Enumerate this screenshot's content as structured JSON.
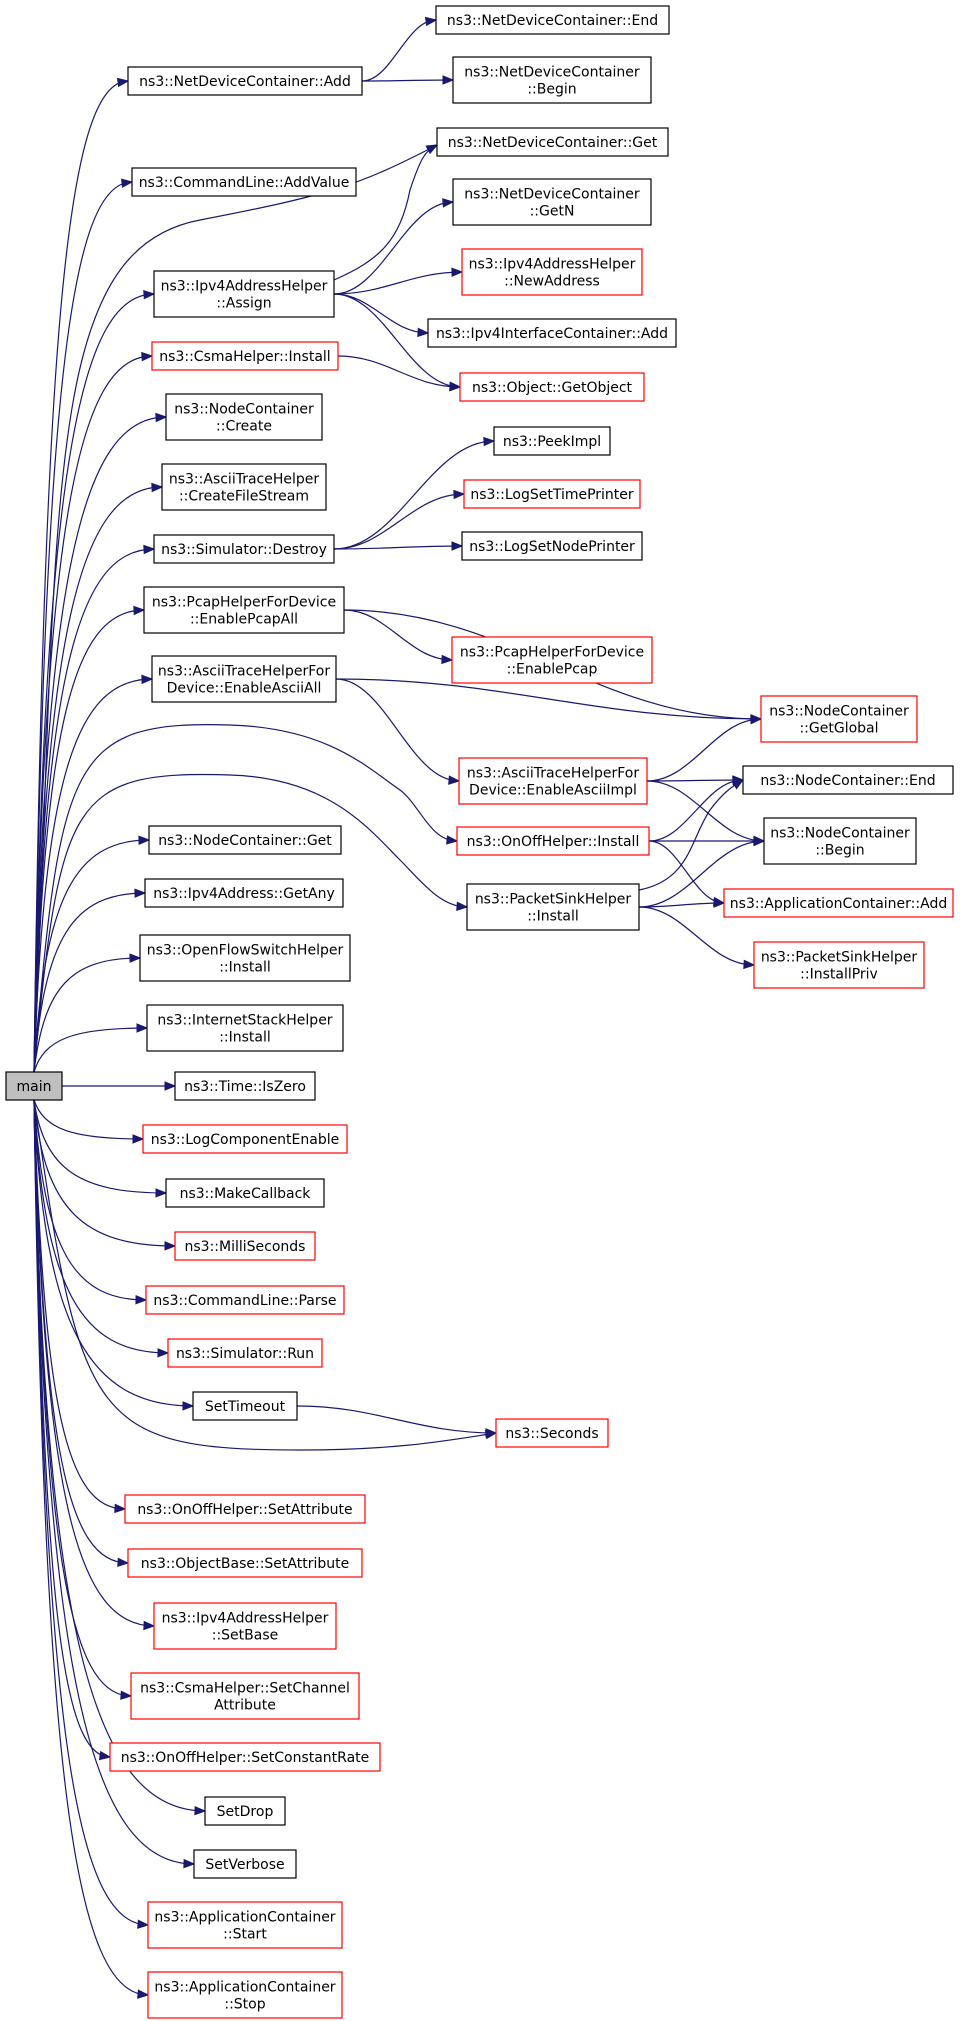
{
  "colors": {
    "edge": "#191970",
    "linked_border": "#000000",
    "external_border": "#ff0000",
    "root_fill": "#bfbfbf"
  },
  "nodes": [
    {
      "id": "main",
      "lines": [
        "main"
      ],
      "style": "root"
    },
    {
      "id": "ndc_add",
      "lines": [
        "ns3::NetDeviceContainer::Add"
      ],
      "style": "black"
    },
    {
      "id": "ndc_end",
      "lines": [
        "ns3::NetDeviceContainer::End"
      ],
      "style": "black"
    },
    {
      "id": "ndc_begin",
      "lines": [
        "ns3::NetDeviceContainer",
        "::Begin"
      ],
      "style": "black"
    },
    {
      "id": "cl_addvalue",
      "lines": [
        "ns3::CommandLine::AddValue"
      ],
      "style": "black"
    },
    {
      "id": "ndc_get",
      "lines": [
        "ns3::NetDeviceContainer::Get"
      ],
      "style": "black"
    },
    {
      "id": "ndc_getn",
      "lines": [
        "ns3::NetDeviceContainer",
        "::GetN"
      ],
      "style": "black"
    },
    {
      "id": "ipv4h_assign",
      "lines": [
        "ns3::Ipv4AddressHelper",
        "::Assign"
      ],
      "style": "black"
    },
    {
      "id": "ipv4h_newaddr",
      "lines": [
        "ns3::Ipv4AddressHelper",
        "::NewAddress"
      ],
      "style": "red"
    },
    {
      "id": "ipv4ic_add",
      "lines": [
        "ns3::Ipv4InterfaceContainer::Add"
      ],
      "style": "black"
    },
    {
      "id": "csma_install",
      "lines": [
        "ns3::CsmaHelper::Install"
      ],
      "style": "red"
    },
    {
      "id": "obj_getobject",
      "lines": [
        "ns3::Object::GetObject"
      ],
      "style": "red"
    },
    {
      "id": "nc_create",
      "lines": [
        "ns3::NodeContainer",
        "::Create"
      ],
      "style": "black"
    },
    {
      "id": "ath_createfs",
      "lines": [
        "ns3::AsciiTraceHelper",
        "::CreateFileStream"
      ],
      "style": "black"
    },
    {
      "id": "peekimpl",
      "lines": [
        "ns3::PeekImpl"
      ],
      "style": "black"
    },
    {
      "id": "sim_destroy",
      "lines": [
        "ns3::Simulator::Destroy"
      ],
      "style": "black"
    },
    {
      "id": "logsettime",
      "lines": [
        "ns3::LogSetTimePrinter"
      ],
      "style": "red"
    },
    {
      "id": "logsetnode",
      "lines": [
        "ns3::LogSetNodePrinter"
      ],
      "style": "black"
    },
    {
      "id": "pcap_all",
      "lines": [
        "ns3::PcapHelperForDevice",
        "::EnablePcapAll"
      ],
      "style": "black"
    },
    {
      "id": "pcap_enable",
      "lines": [
        "ns3::PcapHelperForDevice",
        "::EnablePcap"
      ],
      "style": "red"
    },
    {
      "id": "ascii_all",
      "lines": [
        "ns3::AsciiTraceHelperFor",
        "Device::EnableAsciiAll"
      ],
      "style": "black"
    },
    {
      "id": "nc_getglobal",
      "lines": [
        "ns3::NodeContainer",
        "::GetGlobal"
      ],
      "style": "red"
    },
    {
      "id": "ascii_impl",
      "lines": [
        "ns3::AsciiTraceHelperFor",
        "Device::EnableAsciiImpl"
      ],
      "style": "red"
    },
    {
      "id": "nc_end",
      "lines": [
        "ns3::NodeContainer::End"
      ],
      "style": "black"
    },
    {
      "id": "onoff_install",
      "lines": [
        "ns3::OnOffHelper::Install"
      ],
      "style": "red"
    },
    {
      "id": "nc_begin",
      "lines": [
        "ns3::NodeContainer",
        "::Begin"
      ],
      "style": "black"
    },
    {
      "id": "nc_get",
      "lines": [
        "ns3::NodeContainer::Get"
      ],
      "style": "black"
    },
    {
      "id": "psh_install",
      "lines": [
        "ns3::PacketSinkHelper",
        "::Install"
      ],
      "style": "black"
    },
    {
      "id": "appc_add",
      "lines": [
        "ns3::ApplicationContainer::Add"
      ],
      "style": "red"
    },
    {
      "id": "ipv4_getany",
      "lines": [
        "ns3::Ipv4Address::GetAny"
      ],
      "style": "black"
    },
    {
      "id": "psh_installpriv",
      "lines": [
        "ns3::PacketSinkHelper",
        "::InstallPriv"
      ],
      "style": "red"
    },
    {
      "id": "ofs_install",
      "lines": [
        "ns3::OpenFlowSwitchHelper",
        "::Install"
      ],
      "style": "black"
    },
    {
      "id": "ish_install",
      "lines": [
        "ns3::InternetStackHelper",
        "::Install"
      ],
      "style": "black"
    },
    {
      "id": "time_iszero",
      "lines": [
        "ns3::Time::IsZero"
      ],
      "style": "black"
    },
    {
      "id": "logcomp",
      "lines": [
        "ns3::LogComponentEnable"
      ],
      "style": "red"
    },
    {
      "id": "makecb",
      "lines": [
        "ns3::MakeCallback"
      ],
      "style": "black"
    },
    {
      "id": "millis",
      "lines": [
        "ns3::MilliSeconds"
      ],
      "style": "red"
    },
    {
      "id": "cl_parse",
      "lines": [
        "ns3::CommandLine::Parse"
      ],
      "style": "red"
    },
    {
      "id": "sim_run",
      "lines": [
        "ns3::Simulator::Run"
      ],
      "style": "red"
    },
    {
      "id": "settimeout",
      "lines": [
        "SetTimeout"
      ],
      "style": "black"
    },
    {
      "id": "seconds",
      "lines": [
        "ns3::Seconds"
      ],
      "style": "red"
    },
    {
      "id": "onoff_setattr",
      "lines": [
        "ns3::OnOffHelper::SetAttribute"
      ],
      "style": "red"
    },
    {
      "id": "ob_setattr",
      "lines": [
        "ns3::ObjectBase::SetAttribute"
      ],
      "style": "red"
    },
    {
      "id": "ipv4h_setbase",
      "lines": [
        "ns3::Ipv4AddressHelper",
        "::SetBase"
      ],
      "style": "red"
    },
    {
      "id": "csma_setchan",
      "lines": [
        "ns3::CsmaHelper::SetChannel",
        "Attribute"
      ],
      "style": "red"
    },
    {
      "id": "onoff_setrate",
      "lines": [
        "ns3::OnOffHelper::SetConstantRate"
      ],
      "style": "red"
    },
    {
      "id": "setdrop",
      "lines": [
        "SetDrop"
      ],
      "style": "black"
    },
    {
      "id": "setverbose",
      "lines": [
        "SetVerbose"
      ],
      "style": "black"
    },
    {
      "id": "appc_start",
      "lines": [
        "ns3::ApplicationContainer",
        "::Start"
      ],
      "style": "red"
    },
    {
      "id": "appc_stop",
      "lines": [
        "ns3::ApplicationContainer",
        "::Stop"
      ],
      "style": "red"
    }
  ],
  "edges": [
    [
      "main",
      "ndc_add"
    ],
    [
      "main",
      "cl_addvalue"
    ],
    [
      "main",
      "ndc_get"
    ],
    [
      "main",
      "ipv4h_assign"
    ],
    [
      "main",
      "csma_install"
    ],
    [
      "main",
      "nc_create"
    ],
    [
      "main",
      "ath_createfs"
    ],
    [
      "main",
      "sim_destroy"
    ],
    [
      "main",
      "pcap_all"
    ],
    [
      "main",
      "ascii_all"
    ],
    [
      "main",
      "onoff_install"
    ],
    [
      "main",
      "psh_install"
    ],
    [
      "main",
      "nc_get"
    ],
    [
      "main",
      "ipv4_getany"
    ],
    [
      "main",
      "ofs_install"
    ],
    [
      "main",
      "ish_install"
    ],
    [
      "main",
      "time_iszero"
    ],
    [
      "main",
      "logcomp"
    ],
    [
      "main",
      "makecb"
    ],
    [
      "main",
      "millis"
    ],
    [
      "main",
      "cl_parse"
    ],
    [
      "main",
      "sim_run"
    ],
    [
      "main",
      "settimeout"
    ],
    [
      "main",
      "seconds"
    ],
    [
      "main",
      "onoff_setattr"
    ],
    [
      "main",
      "ob_setattr"
    ],
    [
      "main",
      "ipv4h_setbase"
    ],
    [
      "main",
      "csma_setchan"
    ],
    [
      "main",
      "onoff_setrate"
    ],
    [
      "main",
      "setdrop"
    ],
    [
      "main",
      "setverbose"
    ],
    [
      "main",
      "appc_start"
    ],
    [
      "main",
      "appc_stop"
    ],
    [
      "ndc_add",
      "ndc_end"
    ],
    [
      "ndc_add",
      "ndc_begin"
    ],
    [
      "ipv4h_assign",
      "ndc_get"
    ],
    [
      "ipv4h_assign",
      "ndc_getn"
    ],
    [
      "ipv4h_assign",
      "ipv4h_newaddr"
    ],
    [
      "ipv4h_assign",
      "ipv4ic_add"
    ],
    [
      "ipv4h_assign",
      "obj_getobject"
    ],
    [
      "csma_install",
      "obj_getobject"
    ],
    [
      "sim_destroy",
      "peekimpl"
    ],
    [
      "sim_destroy",
      "logsettime"
    ],
    [
      "sim_destroy",
      "logsetnode"
    ],
    [
      "pcap_all",
      "nc_getglobal"
    ],
    [
      "pcap_all",
      "pcap_enable"
    ],
    [
      "ascii_all",
      "nc_getglobal"
    ],
    [
      "ascii_all",
      "ascii_impl"
    ],
    [
      "ascii_impl",
      "nc_getglobal"
    ],
    [
      "ascii_impl",
      "nc_end"
    ],
    [
      "ascii_impl",
      "nc_begin"
    ],
    [
      "onoff_install",
      "nc_end"
    ],
    [
      "onoff_install",
      "nc_begin"
    ],
    [
      "onoff_install",
      "appc_add"
    ],
    [
      "psh_install",
      "nc_end"
    ],
    [
      "psh_install",
      "nc_begin"
    ],
    [
      "psh_install",
      "appc_add"
    ],
    [
      "psh_install",
      "psh_installpriv"
    ],
    [
      "settimeout",
      "seconds"
    ]
  ]
}
